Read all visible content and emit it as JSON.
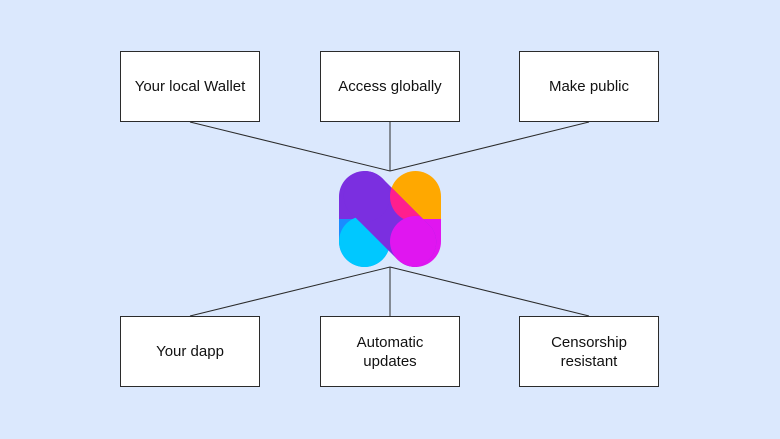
{
  "diagram": {
    "background_color": "#dbe8fd",
    "top_nodes": [
      {
        "label": "Your local Wallet"
      },
      {
        "label": "Access globally"
      },
      {
        "label": "Make public"
      }
    ],
    "bottom_nodes": [
      {
        "label": "Your dapp"
      },
      {
        "label": "Automatic\nupdates"
      },
      {
        "label": "Censorship\nresistant"
      }
    ],
    "center_logo": {
      "icon": "multicolor-logo-icon",
      "colors": {
        "purple": "#7b2fe0",
        "blue": "#1a8cff",
        "cyan": "#00c8ff",
        "orange": "#ffa800",
        "pink": "#ff1f8e",
        "magenta": "#e016f0"
      }
    }
  }
}
